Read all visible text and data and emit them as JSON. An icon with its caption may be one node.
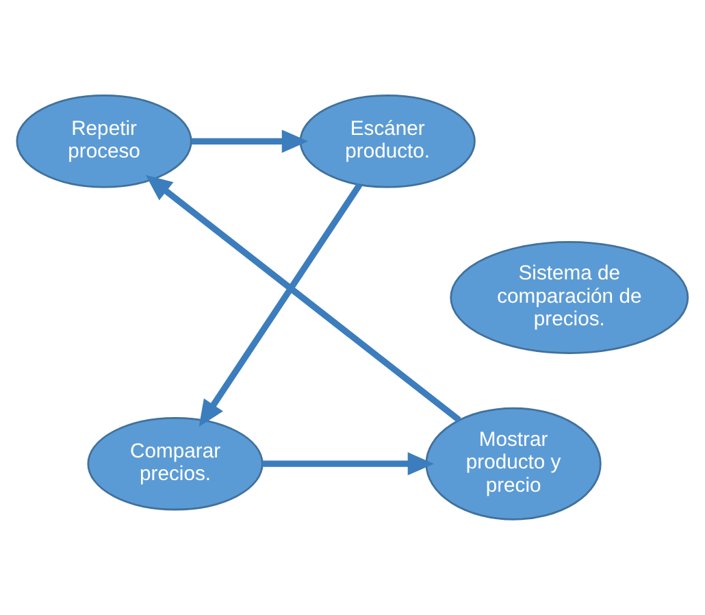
{
  "diagram": {
    "nodes": [
      {
        "text": [
          "Repetir proceso"
        ]
      },
      {
        "text": [
          "Escáner producto."
        ]
      },
      {
        "text": [
          "Sistema de comparación de precios."
        ]
      },
      {
        "text": [
          "Mostrar producto y precio"
        ]
      },
      {
        "text": [
          "Comparar precios."
        ]
      }
    ],
    "edges": [
      {
        "from": 0,
        "to": 1,
        "arrow": "to"
      },
      {
        "from": 1,
        "to": 4,
        "arrow": "to"
      },
      {
        "from": 4,
        "to": 3,
        "arrow": "to"
      },
      {
        "from": 3,
        "to": 0,
        "arrow": "to"
      }
    ]
  }
}
